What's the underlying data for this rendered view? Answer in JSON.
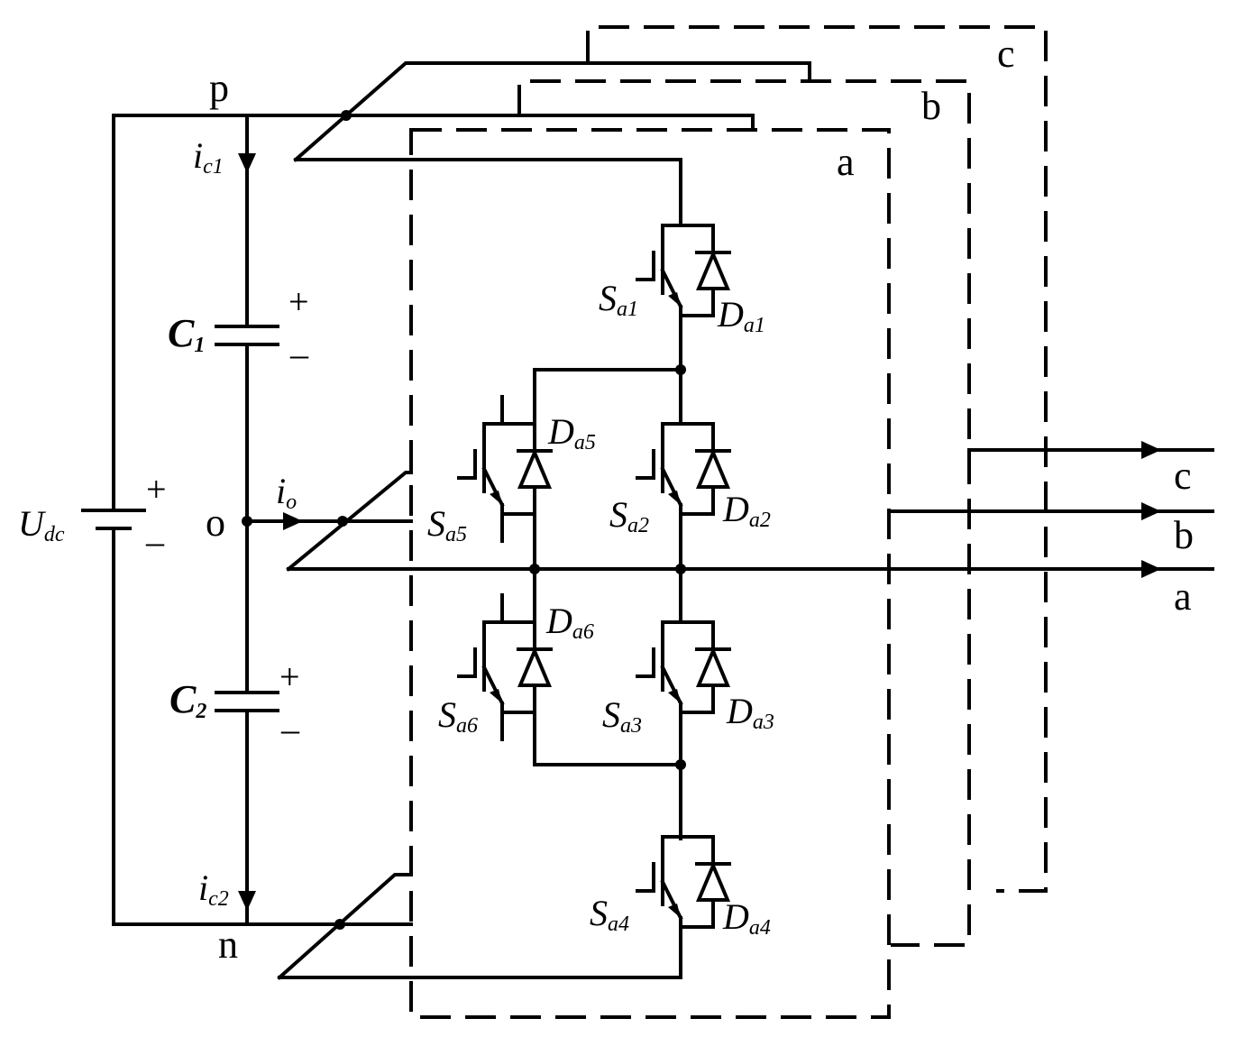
{
  "nodes": {
    "p": "p",
    "o": "o",
    "n": "n"
  },
  "phases": {
    "a": "a",
    "b": "b",
    "c": "c"
  },
  "source": {
    "main": "U",
    "sub": "dc",
    "plus": "+",
    "minus": "–"
  },
  "capacitors": {
    "c1": {
      "main": "C",
      "sub": "1",
      "plus": "+",
      "minus": "–"
    },
    "c2": {
      "main": "C",
      "sub": "2",
      "plus": "+",
      "minus": "–"
    }
  },
  "currents": {
    "ic1": {
      "main": "i",
      "sub": "c1"
    },
    "ic2": {
      "main": "i",
      "sub": "c2"
    },
    "io": {
      "main": "i",
      "sub": "o"
    }
  },
  "switches": {
    "s1": {
      "main": "S",
      "sub": "a1"
    },
    "s2": {
      "main": "S",
      "sub": "a2"
    },
    "s3": {
      "main": "S",
      "sub": "a3"
    },
    "s4": {
      "main": "S",
      "sub": "a4"
    },
    "s5": {
      "main": "S",
      "sub": "a5"
    },
    "s6": {
      "main": "S",
      "sub": "a6"
    }
  },
  "diodes": {
    "d1": {
      "main": "D",
      "sub": "a1"
    },
    "d2": {
      "main": "D",
      "sub": "a2"
    },
    "d3": {
      "main": "D",
      "sub": "a3"
    },
    "d4": {
      "main": "D",
      "sub": "a4"
    },
    "d5": {
      "main": "D",
      "sub": "a5"
    },
    "d6": {
      "main": "D",
      "sub": "a6"
    }
  },
  "outputs": {
    "a": "a",
    "b": "b",
    "c": "c"
  }
}
